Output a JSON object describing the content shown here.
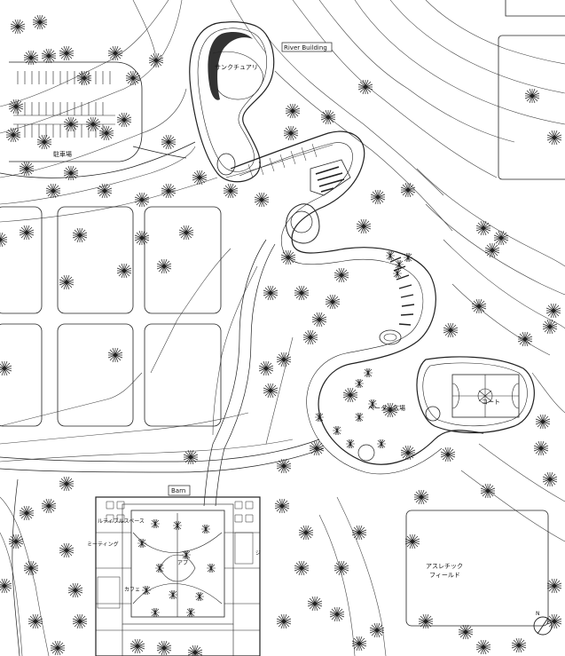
{
  "labels": {
    "river_building": "River Building",
    "sanctuary": "サンクチュアリ",
    "parking": "駐車場",
    "plaza": "ベーター広場",
    "court": "コート",
    "barn": "Barn",
    "athletic_field_line1": "アスレチック",
    "athletic_field_line2": "フィールド",
    "barn_room_1": "ルティブルスペース",
    "barn_room_2": "ミーティング",
    "barn_room_3": "ジ",
    "barn_room_4": "アプ",
    "barn_room_5": "カフェ",
    "north": "N"
  },
  "colors": {
    "line": "#222222",
    "fill_dark": "#333333",
    "background": "#ffffff"
  }
}
